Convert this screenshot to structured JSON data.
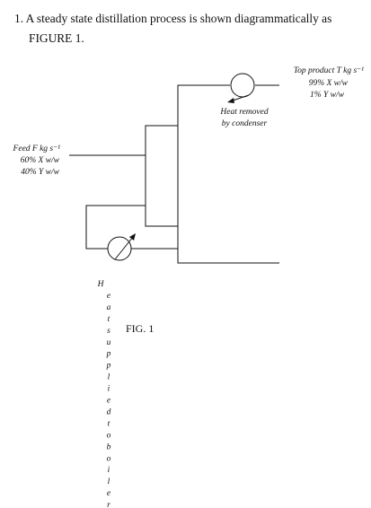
{
  "question": {
    "line1": "1. A steady state distillation process is shown diagrammatically as",
    "line2": "FIGURE 1."
  },
  "labels": {
    "top_product": [
      "Top product T kg s⁻¹",
      "99% X w/w",
      "1% Y w/w"
    ],
    "feed": [
      "Feed F kg s⁻¹",
      "60% X w/w",
      "40% Y w/w"
    ],
    "condenser": [
      "Heat removed",
      "by condenser"
    ],
    "boiler_vertical": "Heatsuppliedtoboiler",
    "figure_caption": "FIG. 1"
  }
}
